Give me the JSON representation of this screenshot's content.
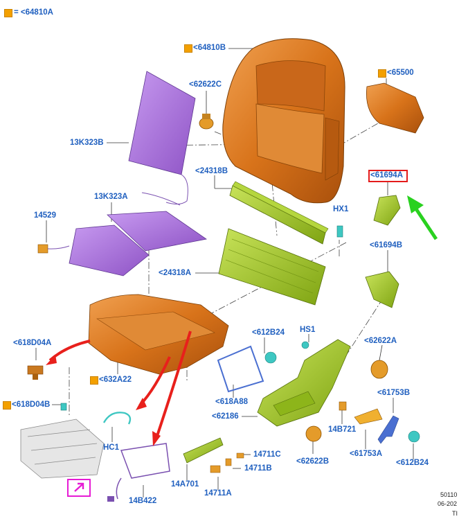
{
  "legend": {
    "symbol_color": "#f3a000",
    "text": "= <64810A"
  },
  "colors": {
    "label_blue": "#1f5fbf",
    "foam_orange": "#d8731a",
    "trim_purple": "#a86ed8",
    "plastic_green": "#9bc21f",
    "highlight_red": "#e41b1b",
    "arrow_red": "#e8201c",
    "arrow_green": "#29d11f",
    "link_magenta": "#e61bd4"
  },
  "labels": {
    "l64810B": "<64810B",
    "l62622C": "<62622C",
    "l65500": "<65500",
    "l13K323B": "13K323B",
    "l24318B": "<24318B",
    "l61694A": "<61694A",
    "l13K323A": "13K323A",
    "lHX1": "HX1",
    "l14529": "14529",
    "l61694B": "<61694B",
    "l24318A": "<24318A",
    "l618D04A": "<618D04A",
    "l612B24a": "<612B24",
    "lHS1": "HS1",
    "l62622A": "<62622A",
    "l632A22": "<632A22",
    "l618D04B": "<618D04B",
    "l618A88": "<618A88",
    "l61753B": "<61753B",
    "l62186": "<62186",
    "lHC1": "HC1",
    "l14B721": "14B721",
    "l14711C": "14711C",
    "l61753A": "<61753A",
    "l62622B": "<62622B",
    "l612B24b": "<612B24",
    "l14711B": "14711B",
    "l14A701": "14A701",
    "l14B422": "14B422",
    "l14711A": "14711A"
  },
  "highlighted_part": "<61694A",
  "footer": {
    "line1": "50110",
    "line2": "06-202",
    "line3": "TI"
  },
  "icons": {
    "link": "external-link-icon"
  }
}
